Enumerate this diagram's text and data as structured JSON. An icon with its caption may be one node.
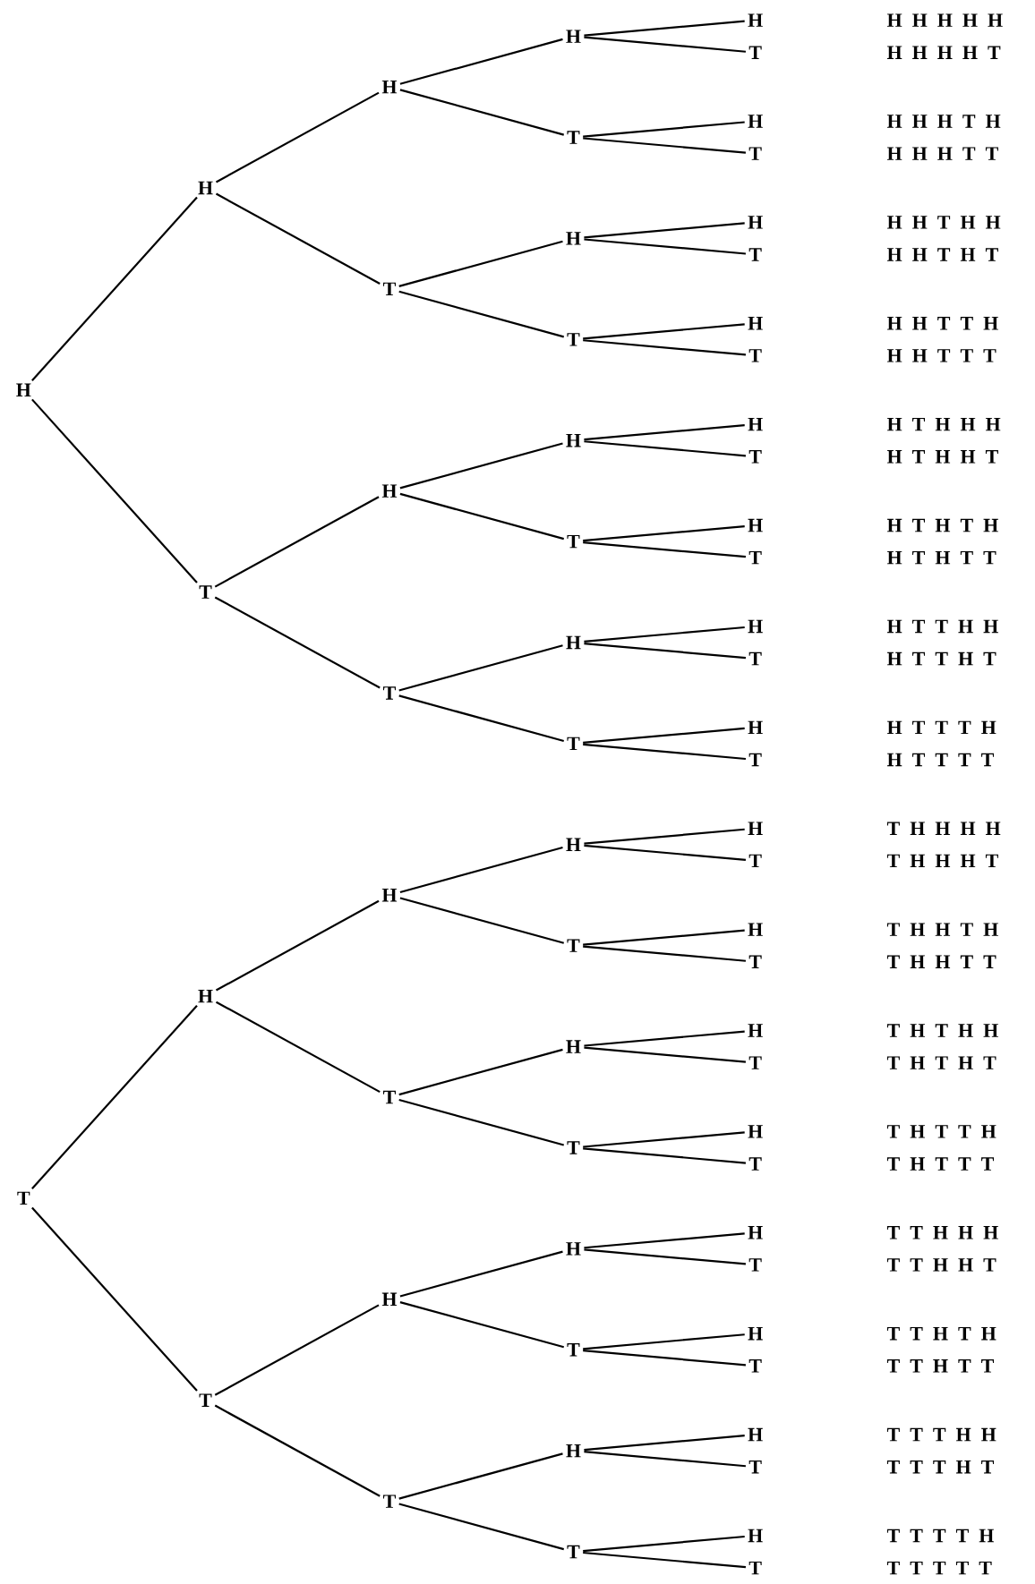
{
  "diagram": {
    "nodes": [
      {
        "text": [
          "H"
        ]
      },
      {
        "text": [
          "T"
        ]
      },
      {
        "text": [
          "H"
        ]
      },
      {
        "text": [
          "T"
        ]
      },
      {
        "text": [
          "H"
        ]
      },
      {
        "text": [
          "T"
        ]
      },
      {
        "text": [
          "H"
        ]
      },
      {
        "text": [
          "T"
        ]
      },
      {
        "text": [
          "H"
        ]
      },
      {
        "text": [
          "T"
        ]
      },
      {
        "text": [
          "H"
        ]
      },
      {
        "text": [
          "T"
        ]
      },
      {
        "text": [
          "H"
        ]
      },
      {
        "text": [
          "T"
        ]
      },
      {
        "text": [
          "H"
        ]
      },
      {
        "text": [
          "T"
        ]
      },
      {
        "text": [
          "H"
        ]
      },
      {
        "text": [
          "T"
        ]
      },
      {
        "text": [
          "H"
        ]
      },
      {
        "text": [
          "T"
        ]
      },
      {
        "text": [
          "H"
        ]
      },
      {
        "text": [
          "T"
        ]
      },
      {
        "text": [
          "H"
        ]
      },
      {
        "text": [
          "T"
        ]
      },
      {
        "text": [
          "H"
        ]
      },
      {
        "text": [
          "T"
        ]
      },
      {
        "text": [
          "H"
        ]
      },
      {
        "text": [
          "T"
        ]
      },
      {
        "text": [
          "H"
        ]
      },
      {
        "text": [
          "T"
        ]
      },
      {
        "text": [
          "H"
        ]
      },
      {
        "text": [
          "T"
        ]
      },
      {
        "text": [
          "H"
        ]
      },
      {
        "text": [
          "T"
        ]
      },
      {
        "text": [
          "H"
        ]
      },
      {
        "text": [
          "T"
        ]
      },
      {
        "text": [
          "H"
        ]
      },
      {
        "text": [
          "T"
        ]
      },
      {
        "text": [
          "H"
        ]
      },
      {
        "text": [
          "T"
        ]
      },
      {
        "text": [
          "H"
        ]
      },
      {
        "text": [
          "T"
        ]
      },
      {
        "text": [
          "H"
        ]
      },
      {
        "text": [
          "T"
        ]
      },
      {
        "text": [
          "H"
        ]
      },
      {
        "text": [
          "T"
        ]
      },
      {
        "text": [
          "H"
        ]
      },
      {
        "text": [
          "T"
        ]
      },
      {
        "text": [
          "H"
        ]
      },
      {
        "text": [
          "T"
        ]
      },
      {
        "text": [
          "H"
        ]
      },
      {
        "text": [
          "T"
        ]
      },
      {
        "text": [
          "H"
        ]
      },
      {
        "text": [
          "T"
        ]
      },
      {
        "text": [
          "H"
        ]
      },
      {
        "text": [
          "T"
        ]
      },
      {
        "text": [
          "H"
        ]
      },
      {
        "text": [
          "T"
        ]
      },
      {
        "text": [
          "H"
        ]
      },
      {
        "text": [
          "T"
        ]
      },
      {
        "text": [
          "H"
        ]
      },
      {
        "text": [
          "T"
        ]
      }
    ],
    "edges": [
      {
        "from": 0,
        "to": 2,
        "arrow": "none"
      },
      {
        "from": 0,
        "to": 3,
        "arrow": "none"
      },
      {
        "from": 1,
        "to": 4,
        "arrow": "none"
      },
      {
        "from": 1,
        "to": 5,
        "arrow": "none"
      },
      {
        "from": 2,
        "to": 6,
        "arrow": "none"
      },
      {
        "from": 2,
        "to": 7,
        "arrow": "none"
      },
      {
        "from": 3,
        "to": 8,
        "arrow": "none"
      },
      {
        "from": 3,
        "to": 9,
        "arrow": "none"
      },
      {
        "from": 4,
        "to": 10,
        "arrow": "none"
      },
      {
        "from": 4,
        "to": 11,
        "arrow": "none"
      },
      {
        "from": 5,
        "to": 12,
        "arrow": "none"
      },
      {
        "from": 5,
        "to": 13,
        "arrow": "none"
      },
      {
        "from": 6,
        "to": 14,
        "arrow": "none"
      },
      {
        "from": 6,
        "to": 15,
        "arrow": "none"
      },
      {
        "from": 7,
        "to": 16,
        "arrow": "none"
      },
      {
        "from": 7,
        "to": 17,
        "arrow": "none"
      },
      {
        "from": 8,
        "to": 18,
        "arrow": "none"
      },
      {
        "from": 8,
        "to": 19,
        "arrow": "none"
      },
      {
        "from": 9,
        "to": 20,
        "arrow": "none"
      },
      {
        "from": 9,
        "to": 21,
        "arrow": "none"
      },
      {
        "from": 10,
        "to": 22,
        "arrow": "none"
      },
      {
        "from": 10,
        "to": 23,
        "arrow": "none"
      },
      {
        "from": 11,
        "to": 24,
        "arrow": "none"
      },
      {
        "from": 11,
        "to": 25,
        "arrow": "none"
      },
      {
        "from": 12,
        "to": 26,
        "arrow": "none"
      },
      {
        "from": 12,
        "to": 27,
        "arrow": "none"
      },
      {
        "from": 13,
        "to": 28,
        "arrow": "none"
      },
      {
        "from": 13,
        "to": 29,
        "arrow": "none"
      },
      {
        "from": 14,
        "to": 30,
        "arrow": "none"
      },
      {
        "from": 14,
        "to": 31,
        "arrow": "none"
      },
      {
        "from": 15,
        "to": 32,
        "arrow": "none"
      },
      {
        "from": 15,
        "to": 33,
        "arrow": "none"
      },
      {
        "from": 16,
        "to": 34,
        "arrow": "none"
      },
      {
        "from": 16,
        "to": 35,
        "arrow": "none"
      },
      {
        "from": 17,
        "to": 36,
        "arrow": "none"
      },
      {
        "from": 17,
        "to": 37,
        "arrow": "none"
      },
      {
        "from": 18,
        "to": 38,
        "arrow": "none"
      },
      {
        "from": 18,
        "to": 39,
        "arrow": "none"
      },
      {
        "from": 19,
        "to": 40,
        "arrow": "none"
      },
      {
        "from": 19,
        "to": 41,
        "arrow": "none"
      },
      {
        "from": 20,
        "to": 42,
        "arrow": "none"
      },
      {
        "from": 20,
        "to": 43,
        "arrow": "none"
      },
      {
        "from": 21,
        "to": 44,
        "arrow": "none"
      },
      {
        "from": 21,
        "to": 45,
        "arrow": "none"
      },
      {
        "from": 22,
        "to": 46,
        "arrow": "none"
      },
      {
        "from": 22,
        "to": 47,
        "arrow": "none"
      },
      {
        "from": 23,
        "to": 48,
        "arrow": "none"
      },
      {
        "from": 23,
        "to": 49,
        "arrow": "none"
      },
      {
        "from": 24,
        "to": 50,
        "arrow": "none"
      },
      {
        "from": 24,
        "to": 51,
        "arrow": "none"
      },
      {
        "from": 25,
        "to": 52,
        "arrow": "none"
      },
      {
        "from": 25,
        "to": 53,
        "arrow": "none"
      },
      {
        "from": 26,
        "to": 54,
        "arrow": "none"
      },
      {
        "from": 26,
        "to": 55,
        "arrow": "none"
      },
      {
        "from": 27,
        "to": 56,
        "arrow": "none"
      },
      {
        "from": 27,
        "to": 57,
        "arrow": "none"
      },
      {
        "from": 28,
        "to": 58,
        "arrow": "none"
      },
      {
        "from": 28,
        "to": 59,
        "arrow": "none"
      },
      {
        "from": 29,
        "to": 60,
        "arrow": "none"
      },
      {
        "from": 29,
        "to": 61,
        "arrow": "none"
      }
    ],
    "labels": [
      "H H H H H",
      "H H H H T",
      "H H H T H",
      "H H H T T",
      "H H T H H",
      "H H T H T",
      "H H T T H",
      "H H T T T",
      "H T H H H",
      "H T H H T",
      "H T H T H",
      "H T H T T",
      "H T T H H",
      "H T T H T",
      "H T T T H",
      "H T T T T",
      "T H H H H",
      "T H H H T",
      "T H H T H",
      "T H H T T",
      "T H T H H",
      "T H T H T",
      "T H T T H",
      "T H T T T",
      "T T H H H",
      "T T H H T",
      "T T H T H",
      "T T H T T",
      "T T T H H",
      "T T T H T",
      "T T T T H",
      "T T T T T"
    ]
  }
}
